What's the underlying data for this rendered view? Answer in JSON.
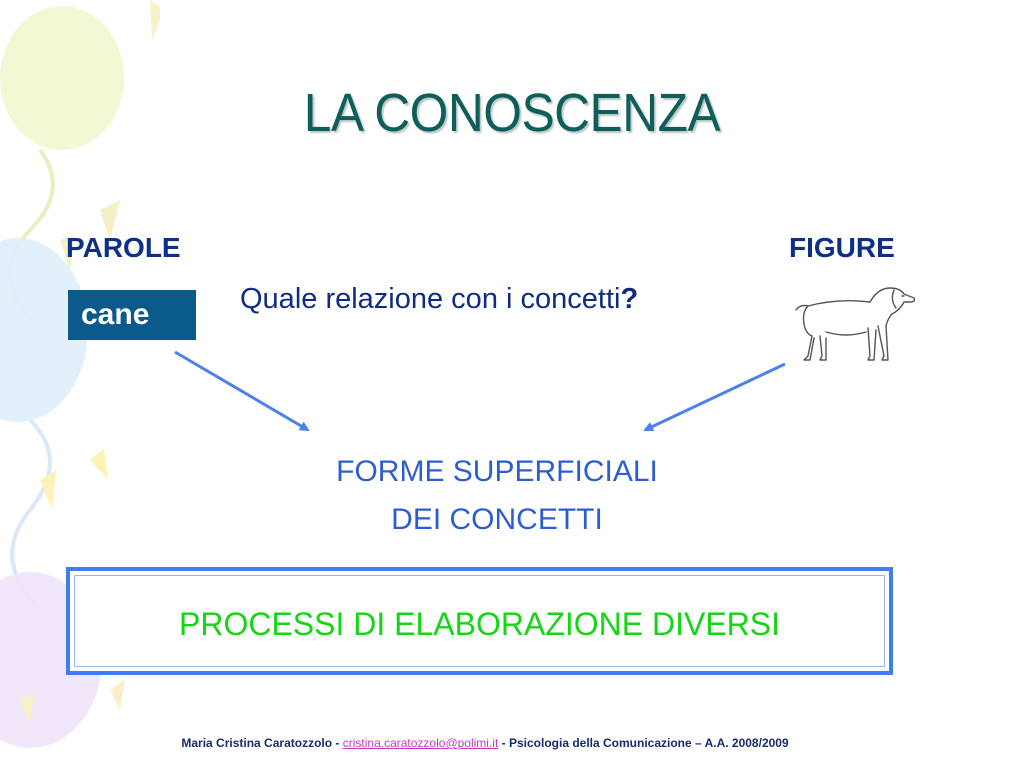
{
  "slide": {
    "title": "LA CONOSCENZA",
    "left_label": "PAROLE",
    "right_label": "FIGURE",
    "word_box": "cane",
    "question": "Quale relazione con i concetti",
    "question_mark": "?",
    "forme_line1": "FORME  SUPERFICIALI",
    "forme_line2": "DEI CONCETTI",
    "process_text": "PROCESSI DI ELABORAZIONE DIVERSI"
  },
  "footer": {
    "author": "Maria Cristina Caratozzolo  - ",
    "email": "cristina.caratozzolo@polimi.it",
    "course": " - Psicologia della Comunicazione – A.A. 2008/2009"
  },
  "colors": {
    "title": "#0f5e5a",
    "labels": "#0d2f86",
    "word_box_bg": "#0a5a8c",
    "arrows": "#4a82ea",
    "forme_text": "#2d5ed0",
    "process_border": "#3e7ef0",
    "process_text": "#15d615",
    "footer_link": "#c23ac2"
  },
  "icons": {
    "dog": "dog-illustration",
    "balloons": "balloon-decoration"
  }
}
